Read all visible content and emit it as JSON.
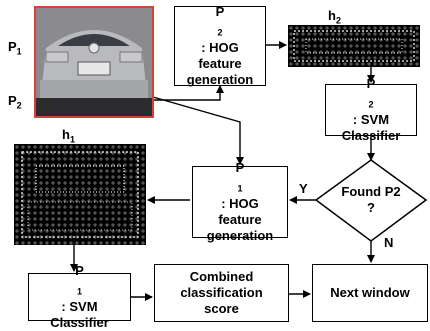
{
  "photo_labels": {
    "p1_main": "P",
    "p1_sub": "1",
    "p2_main": "P",
    "p2_sub": "2"
  },
  "hog_images": {
    "h2_main": "h",
    "h2_sub": "2",
    "h1_main": "h",
    "h1_sub": "1"
  },
  "nodes": {
    "p2_hog": {
      "prefix": "P",
      "sub": "2",
      "line1_rest": ": HOG",
      "line2": "feature",
      "line3": "generation"
    },
    "p2_svm": {
      "prefix": "P",
      "sub": "2",
      "line1_rest": ": SVM",
      "line2": "Classifier"
    },
    "found_p2": {
      "line1": "Found P2",
      "line2": "?"
    },
    "p1_hog": {
      "prefix": "P",
      "sub": "1",
      "line1_rest": ": HOG",
      "line2": "feature",
      "line3": "generation"
    },
    "p1_svm": {
      "prefix": "P",
      "sub": "1",
      "line1_rest": ": SVM",
      "line2": "Classifier"
    },
    "combined": {
      "line1": "Combined",
      "line2": "classification",
      "line3": "score"
    },
    "next_window": {
      "label": "Next window"
    }
  },
  "edge_labels": {
    "yes": "Y",
    "no": "N"
  },
  "colors": {
    "photo_border": "#d8413a",
    "car_body": "#b9babd",
    "stroke": "#000000"
  }
}
